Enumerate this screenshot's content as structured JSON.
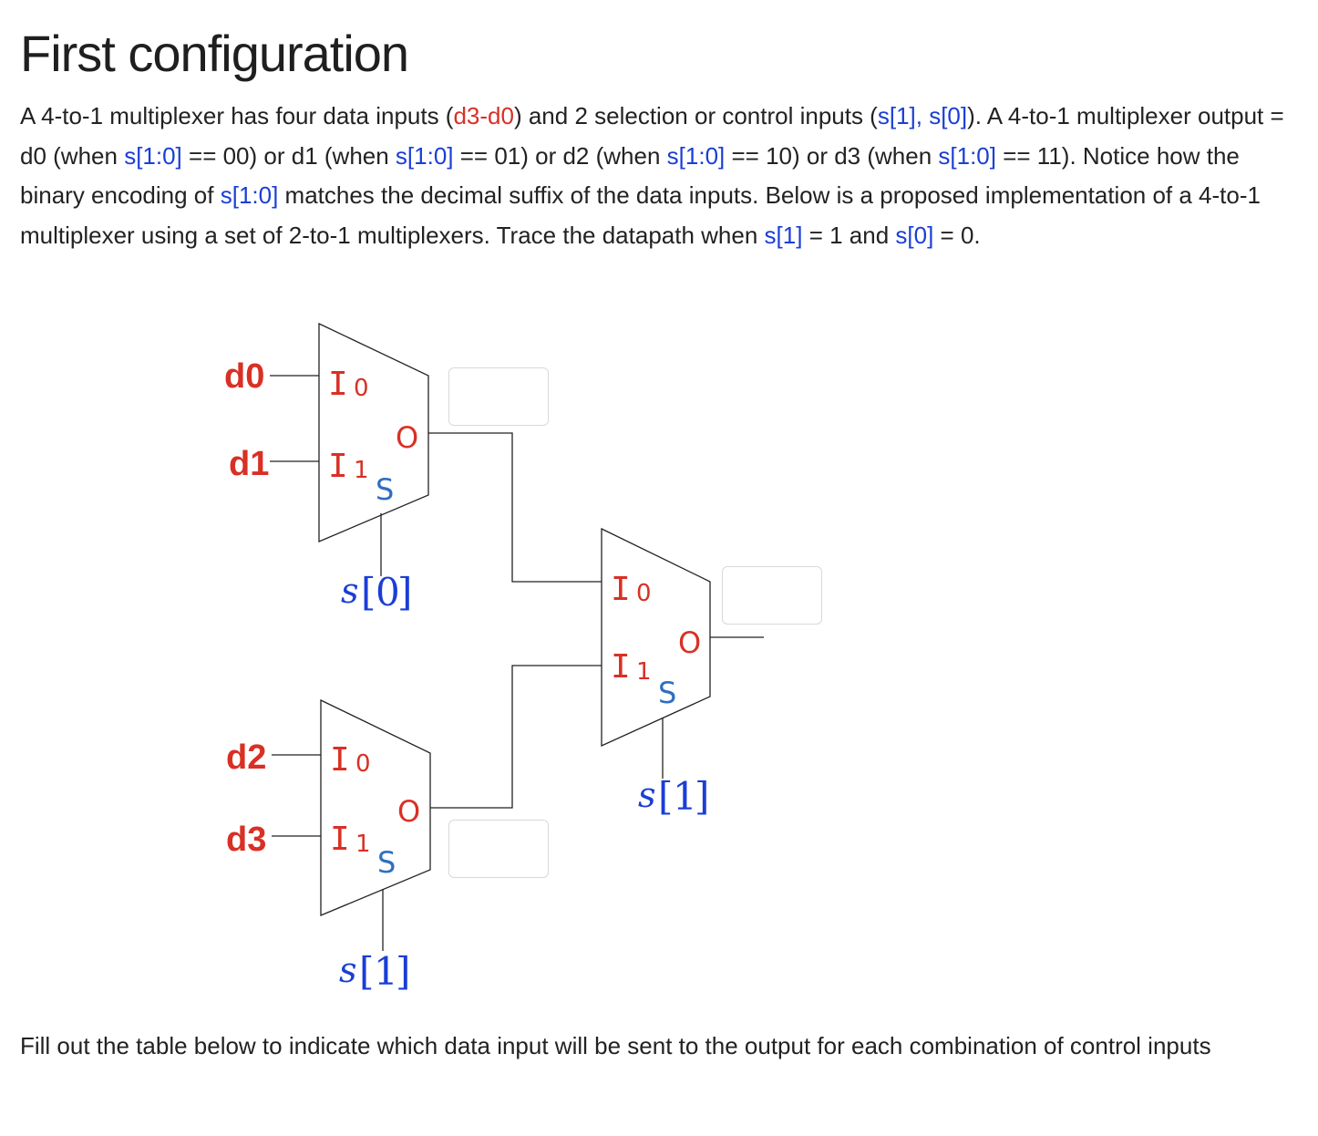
{
  "title": "First configuration",
  "intro": [
    {
      "t": "A 4-to-1 multiplexer has four data inputs (",
      "c": ""
    },
    {
      "t": "d3-d0",
      "c": "red"
    },
    {
      "t": ") and 2 selection or control inputs (",
      "c": ""
    },
    {
      "t": "s[1], s[0]",
      "c": "blue"
    },
    {
      "t": "). A 4-to-1 multiplexer output = d0 (when ",
      "c": ""
    },
    {
      "t": "s[1:0]",
      "c": "blue"
    },
    {
      "t": " == 00) or d1 (when ",
      "c": ""
    },
    {
      "t": "s[1:0]",
      "c": "blue"
    },
    {
      "t": " == 01) or d2 (when ",
      "c": ""
    },
    {
      "t": "s[1:0]",
      "c": "blue"
    },
    {
      "t": " == 10) or d3 (when ",
      "c": ""
    },
    {
      "t": "s[1:0]",
      "c": "blue"
    },
    {
      "t": " == 11). Notice how the binary encoding of ",
      "c": ""
    },
    {
      "t": "s[1:0]",
      "c": "blue"
    },
    {
      "t": " matches the decimal suffix of the data inputs. Below is a proposed implementation of a 4-to-1 multiplexer using a set of 2-to-1 multiplexers. Trace the datapath when ",
      "c": ""
    },
    {
      "t": "s[1]",
      "c": "blue"
    },
    {
      "t": " = 1 and ",
      "c": ""
    },
    {
      "t": "s[0]",
      "c": "blue"
    },
    {
      "t": " = 0.",
      "c": ""
    }
  ],
  "instruction": "Fill out the table below to indicate which data input will be sent to the output for each combination of control inputs",
  "diagram": {
    "inputs": [
      "d0",
      "d1",
      "d2",
      "d3"
    ],
    "port_i": "I",
    "port_sub_0": "0",
    "port_sub_1": "1",
    "port_o": "O",
    "port_s": "S",
    "select_letter": "s",
    "select_bracket_open": "[",
    "select_bracket_close": "]",
    "mux_top_select": "0",
    "mux_bottom_select": "1",
    "mux_final_select": "1"
  },
  "answers": {
    "top_mux_output": "",
    "bottom_mux_output": "",
    "final_output": ""
  },
  "colors": {
    "red": "#d93025",
    "blue": "#1a3ed6",
    "port_s": "#2f6fc0"
  }
}
